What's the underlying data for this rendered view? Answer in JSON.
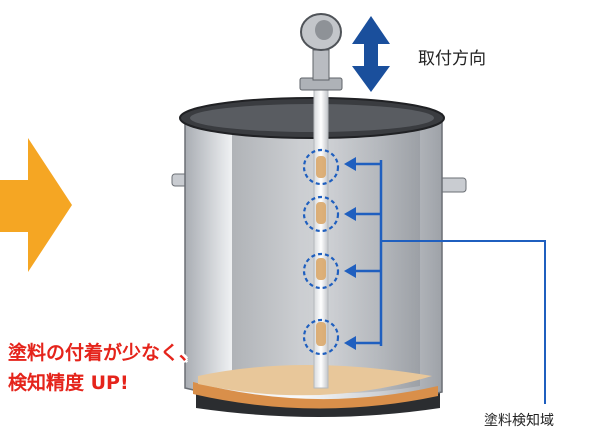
{
  "labels": {
    "mounting_direction": "取付方向",
    "detection_area": "塗料検知域"
  },
  "callout": {
    "line1": "塗料の付着が少なく、",
    "line2": "検知精度 UP!"
  },
  "colors": {
    "flow_arrow": "#f5a623",
    "direction_arrow": "#1a4f9c",
    "detection_arrows": "#1f5fbf",
    "callout_text": "#e5241b",
    "paint": "#e8c79a",
    "tank_steel": "#c9ccd1"
  },
  "icons": {
    "flow_arrow": "right-arrow",
    "direction_arrow": "up-down-arrow",
    "detection_points": "dashed-circle"
  },
  "detection_point_count": 4
}
